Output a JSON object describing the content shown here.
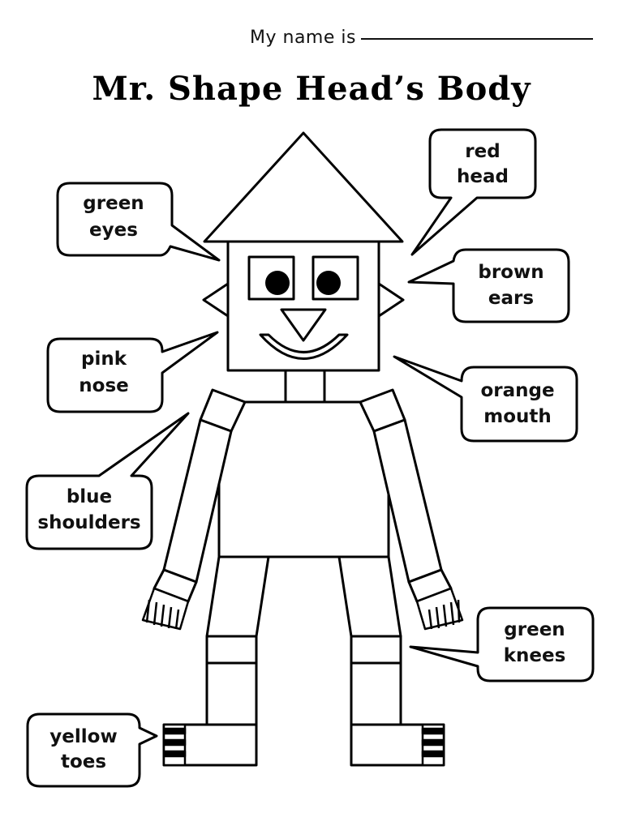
{
  "header": {
    "name_prompt": "My name is"
  },
  "title": "Mr. Shape Head’s Body",
  "labels": [
    {
      "id": "red-head",
      "lines": [
        "red",
        "head"
      ]
    },
    {
      "id": "green-eyes",
      "lines": [
        "green",
        "eyes"
      ]
    },
    {
      "id": "brown-ears",
      "lines": [
        "brown",
        "ears"
      ]
    },
    {
      "id": "pink-nose",
      "lines": [
        "pink",
        "nose"
      ]
    },
    {
      "id": "orange-mouth",
      "lines": [
        "orange",
        "mouth"
      ]
    },
    {
      "id": "blue-shoulders",
      "lines": [
        "blue",
        "shoulders"
      ]
    },
    {
      "id": "green-knees",
      "lines": [
        "green",
        "knees"
      ]
    },
    {
      "id": "yellow-toes",
      "lines": [
        "yellow",
        "toes"
      ]
    }
  ]
}
